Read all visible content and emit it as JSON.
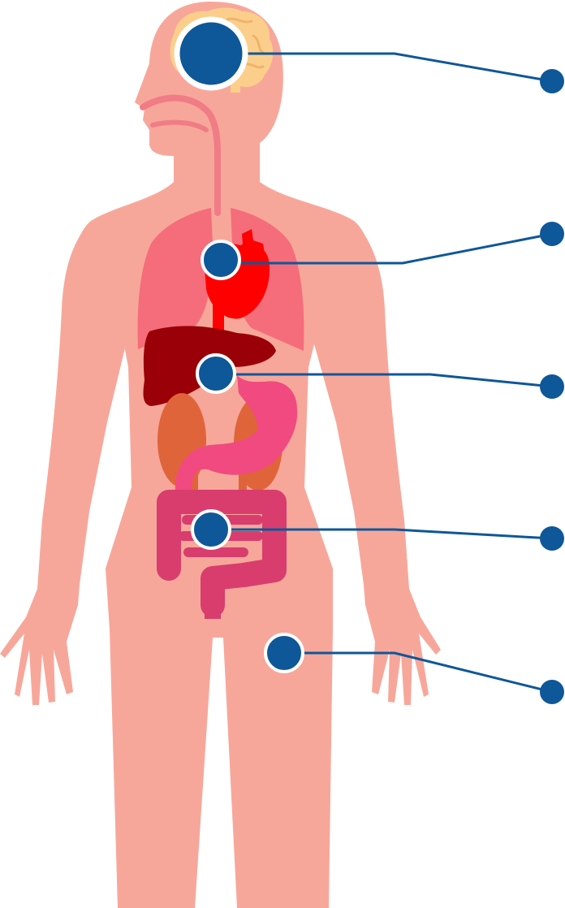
{
  "diagram": {
    "type": "human-anatomy-organ-callouts",
    "colors": {
      "skin": "#F7A79A",
      "airway": "#F07C86",
      "lungs": "#F56D7A",
      "heart": "#FF0000",
      "liver": "#9A0007",
      "kidneys": "#E0643A",
      "stomach": "#F04A80",
      "intestine": "#D83D6E",
      "brain": "#FBCF8B",
      "marker": "#0E5799",
      "marker_ring": "#FFFFFF",
      "leader_line": "#0E5799"
    },
    "callouts": [
      {
        "organ": "brain",
        "marker_icon": "brain-marker-dot",
        "endpoint_icon": "brain-endpoint-dot"
      },
      {
        "organ": "heart",
        "marker_icon": "heart-marker-dot",
        "endpoint_icon": "heart-endpoint-dot"
      },
      {
        "organ": "liver",
        "marker_icon": "liver-marker-dot",
        "endpoint_icon": "liver-endpoint-dot"
      },
      {
        "organ": "intestine",
        "marker_icon": "intestine-marker-dot",
        "endpoint_icon": "intestine-endpoint-dot"
      },
      {
        "organ": "lower-body",
        "marker_icon": "lower-body-marker-dot",
        "endpoint_icon": "lower-body-endpoint-dot"
      }
    ]
  }
}
